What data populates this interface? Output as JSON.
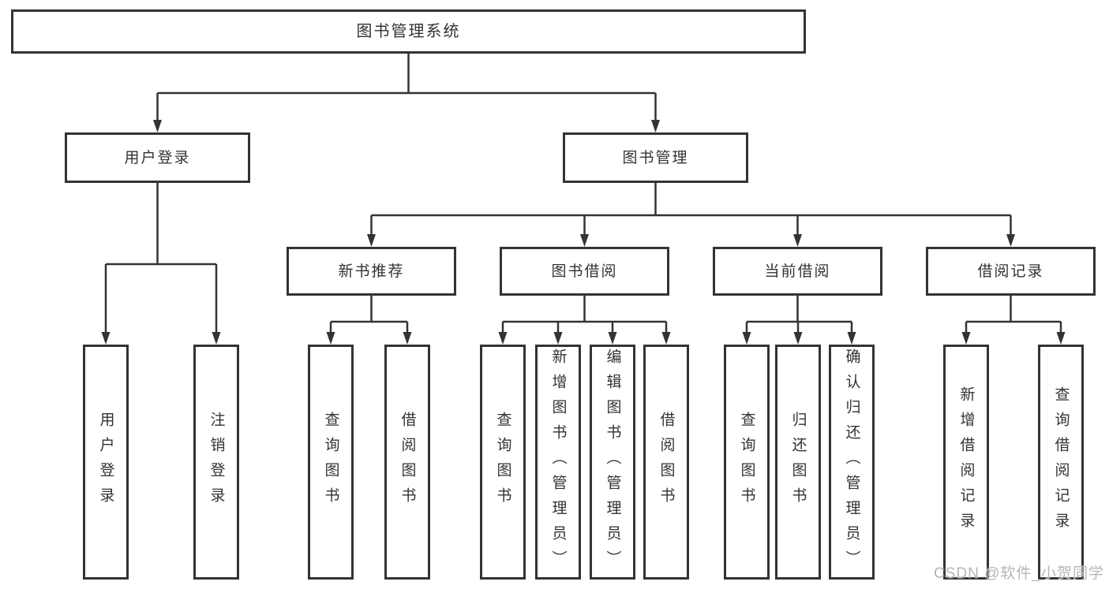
{
  "diagram": {
    "root": "图书管理系统",
    "branches": [
      {
        "label": "用户登录",
        "children": [
          "用户登录",
          "注销登录"
        ]
      },
      {
        "label": "图书管理",
        "children": [
          {
            "label": "新书推荐",
            "children": [
              "查询图书",
              "借阅图书"
            ]
          },
          {
            "label": "图书借阅",
            "children": [
              "查询图书",
              "新增图书（管理员）",
              "编辑图书（管理员）",
              "借阅图书"
            ]
          },
          {
            "label": "当前借阅",
            "children": [
              "查询图书",
              "归还图书",
              "确认归还（管理员）"
            ]
          },
          {
            "label": "借阅记录",
            "children": [
              "新增借阅记录",
              "查询借阅记录"
            ]
          }
        ]
      }
    ]
  },
  "watermark": "CSDN @软件_小贺同学",
  "colors": {
    "line": "#333333",
    "box_border": "#333333",
    "text": "#333333",
    "watermark": "#b5b5b5",
    "background": "#ffffff"
  }
}
